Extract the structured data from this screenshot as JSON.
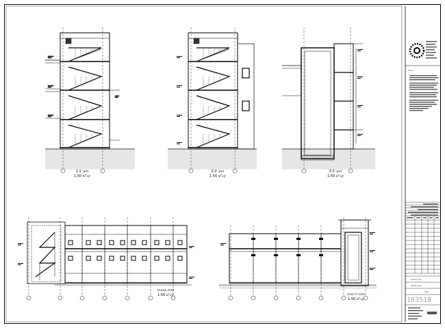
{
  "sheet": {
    "title": "",
    "drawing_number": "103518"
  },
  "sections": [
    {
      "id": "section-1-1",
      "caption_line1": "חתך 1-1",
      "caption_line2": "קנ\"מ 1:50"
    },
    {
      "id": "section-2-2",
      "caption_line1": "חתך 2-2",
      "caption_line2": "קנ\"מ 1:50"
    },
    {
      "id": "section-3-3",
      "caption_line1": "חתך 3-3",
      "caption_line2": "קנ\"מ 1:50"
    }
  ],
  "elevations": [
    {
      "id": "elevation-left",
      "caption_line1": "חזית צפונית",
      "caption_line2": "קנ\"מ 1:50"
    },
    {
      "id": "elevation-right",
      "caption_line1": "חזית דרומית",
      "caption_line2": "קנ\"מ 1:50"
    }
  ],
  "title_block": {
    "notes_heading": "הערות",
    "project_line": "מבנה משרדים",
    "sheet_line": "חתכים וחזיתות",
    "scale_line": "1:50",
    "code": "103518"
  }
}
